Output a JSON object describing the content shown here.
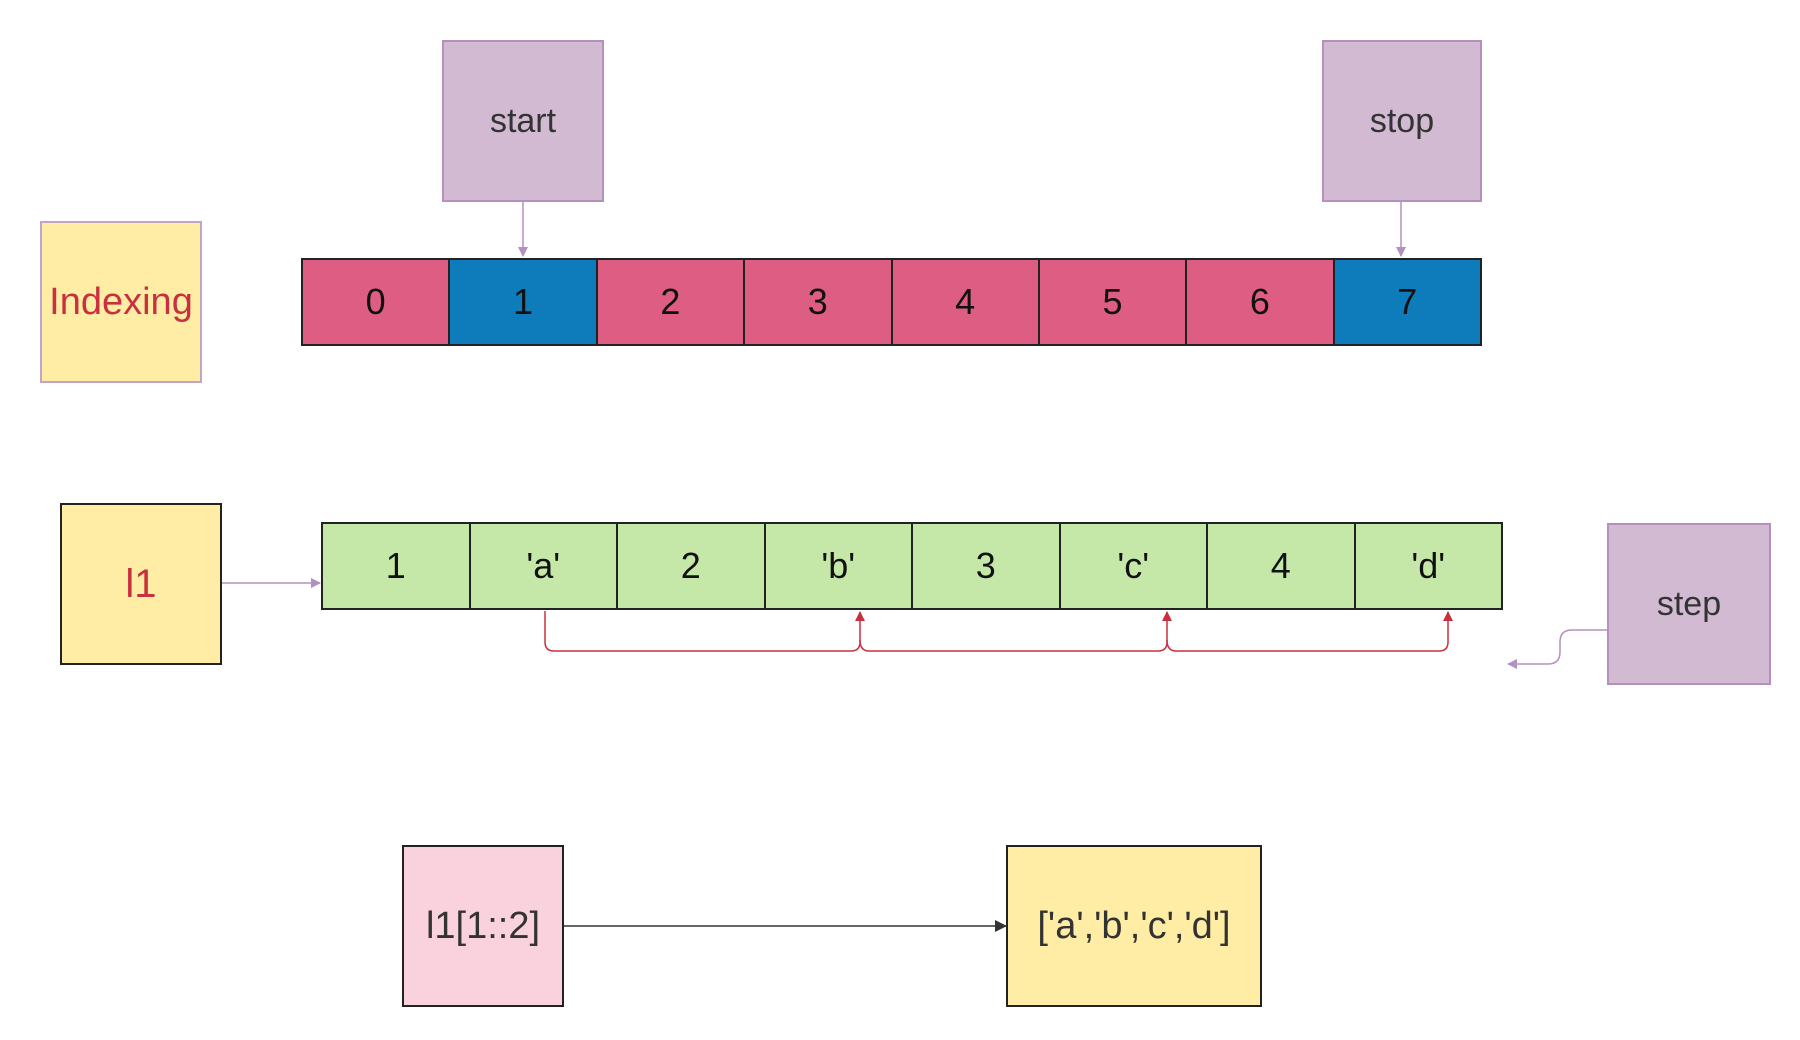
{
  "labels": {
    "start": "start",
    "stop": "stop",
    "step": "step",
    "indexing": "Indexing",
    "list_name": "l1",
    "expression": "l1[1::2]",
    "result": "['a','b','c','d']"
  },
  "index_cells": [
    {
      "label": "0",
      "highlight": false
    },
    {
      "label": "1",
      "highlight": true
    },
    {
      "label": "2",
      "highlight": false
    },
    {
      "label": "3",
      "highlight": false
    },
    {
      "label": "4",
      "highlight": false
    },
    {
      "label": "5",
      "highlight": false
    },
    {
      "label": "6",
      "highlight": false
    },
    {
      "label": "7",
      "highlight": true
    }
  ],
  "value_cells": [
    "1",
    "'a'",
    "2",
    "'b'",
    "3",
    "'c'",
    "4",
    "'d'"
  ],
  "colors": {
    "index_default": "#dd5e82",
    "index_highlight": "#0e7cba",
    "value_cell": "#c5e8a8",
    "step_arrow": "#c9303f",
    "pointer_arrow": "#b58fbe",
    "result_arrow": "#333333"
  }
}
